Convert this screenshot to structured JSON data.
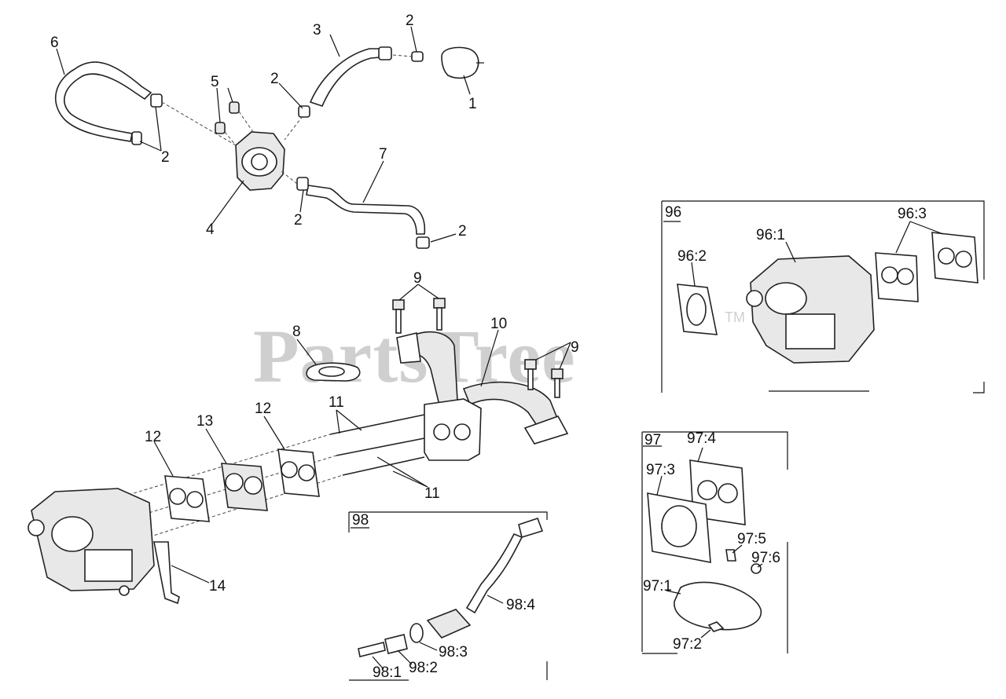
{
  "watermark": {
    "text": "PartsTree",
    "trademark": "TM"
  },
  "callouts": {
    "c1": "1",
    "c2a": "2",
    "c2b": "2",
    "c2c": "2",
    "c2d": "2",
    "c2e": "2",
    "c3": "3",
    "c4": "4",
    "c5": "5",
    "c6": "6",
    "c7": "7",
    "c8": "8",
    "c9a": "9",
    "c9b": "9",
    "c10": "10",
    "c11a": "11",
    "c11b": "11",
    "c12a": "12",
    "c12b": "12",
    "c13": "13",
    "c14": "14"
  },
  "group96": {
    "title": "96",
    "p1": "96:1",
    "p2": "96:2",
    "p3": "96:3"
  },
  "group97": {
    "title": "97",
    "p1": "97:1",
    "p2": "97:2",
    "p3": "97:3",
    "p4": "97:4",
    "p5": "97:5",
    "p6": "97:6"
  },
  "group98": {
    "title": "98",
    "p1": "98:1",
    "p2": "98:2",
    "p3": "98:3",
    "p4": "98:4"
  }
}
